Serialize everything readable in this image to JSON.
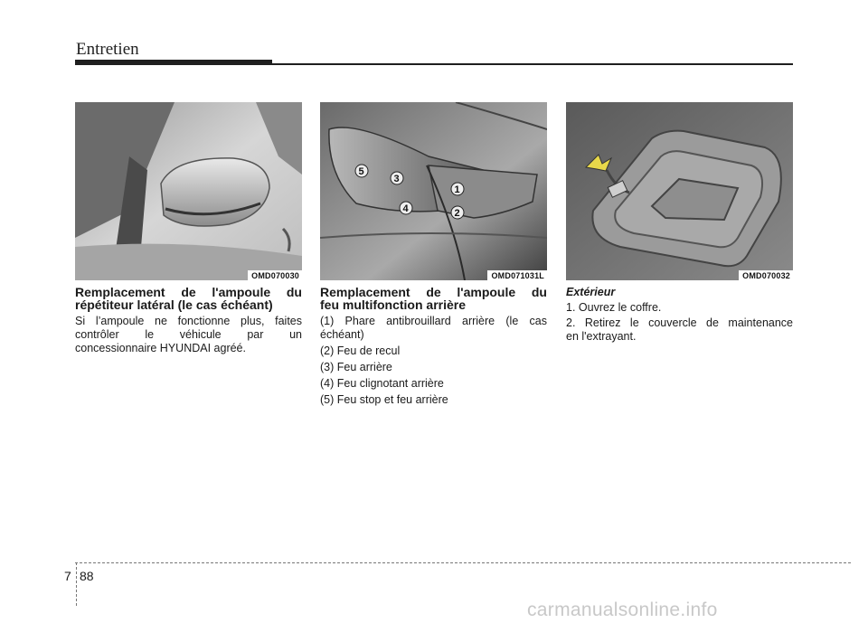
{
  "header": {
    "title": "Entretien"
  },
  "figures": [
    {
      "code": "OMD070030"
    },
    {
      "code": "OMD071031L",
      "callouts": [
        "1",
        "2",
        "3",
        "4",
        "5"
      ]
    },
    {
      "code": "OMD070032"
    }
  ],
  "section1": {
    "title_lines": [
      "Remplacement de l'ampoule du",
      "répétiteur latéral (le cas échéant)"
    ],
    "body_lines": [
      "Si l’ampoule ne fonctionne plus, faites",
      "contrôler le véhicule par un",
      "concessionnaire HYUNDAI agréé."
    ]
  },
  "section2": {
    "title_lines": [
      "Remplacement de l'ampoule du",
      "feu multifonction arrière"
    ],
    "items": [
      {
        "line1": "(1) Phare antibrouillard arrière (le cas",
        "line2": "échéant)"
      },
      {
        "line1": "(2) Feu de recul"
      },
      {
        "line1": "(3) Feu arrière"
      },
      {
        "line1": "(4) Feu clignotant arrière"
      },
      {
        "line1": "(5) Feu stop et feu arrière"
      }
    ]
  },
  "section3": {
    "heading": "Extérieur",
    "steps": [
      {
        "line1": "1. Ouvrez le coffre."
      },
      {
        "line1": "2. Retirez le couvercle de maintenance",
        "line2": "en l'extrayant."
      }
    ]
  },
  "footer": {
    "chapter": "7",
    "page": "88"
  },
  "watermark": "carmanualsonline.info"
}
